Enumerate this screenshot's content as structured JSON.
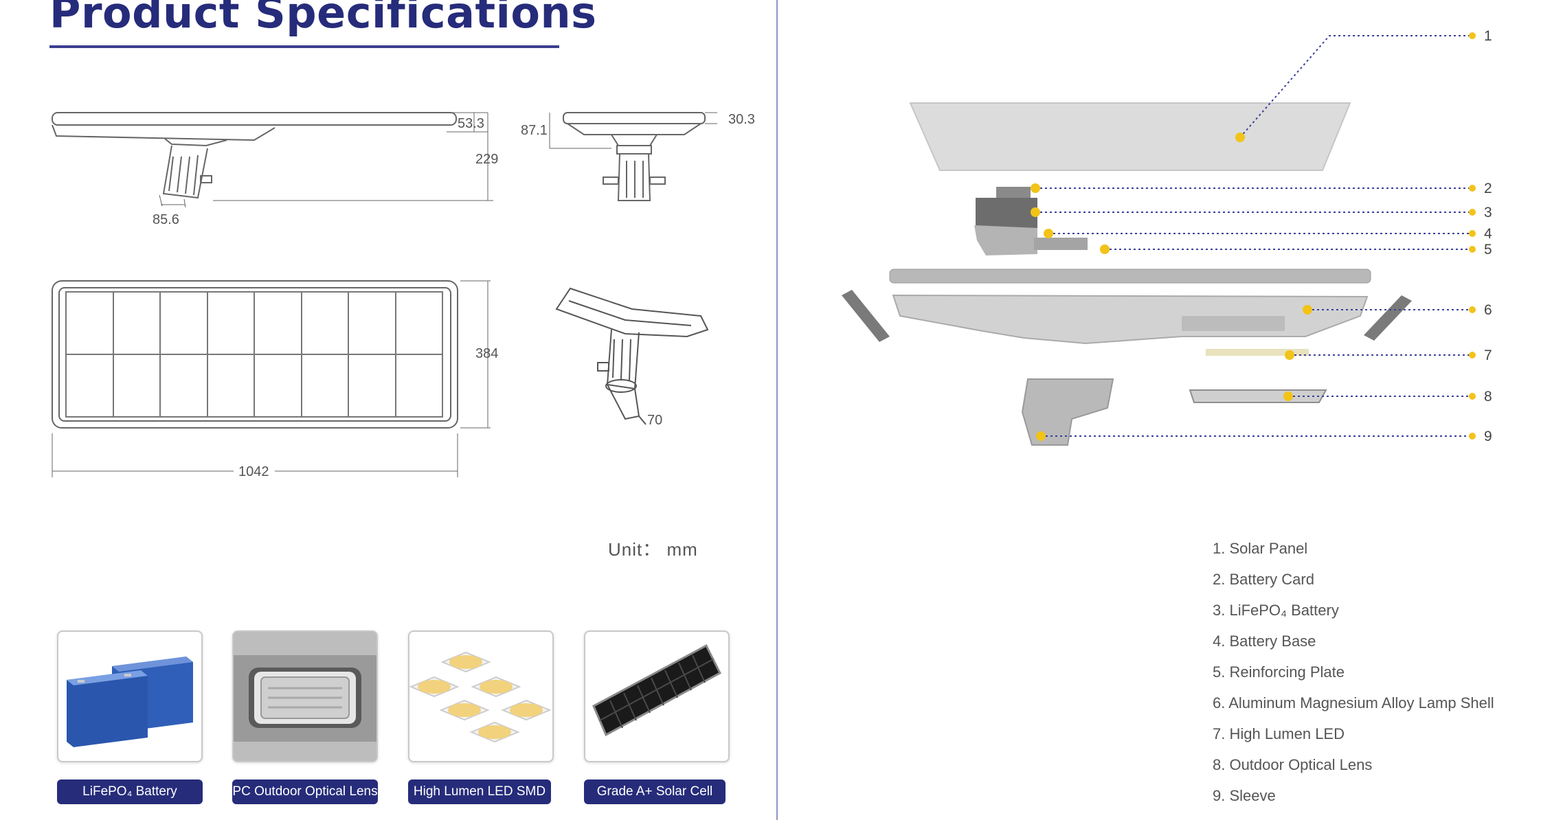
{
  "header": {
    "title": "Product Specifications"
  },
  "dimensions": {
    "side_height_small": "53.3",
    "side_height_total": "229",
    "side_arm": "85.6",
    "front_height_left": "87.1",
    "front_height_right": "30.3",
    "top_width_depth": "384",
    "top_length": "1042",
    "pole_diameter": "70"
  },
  "unit_note": "Unit： mm",
  "features": [
    {
      "label": "LiFePO₄ Battery",
      "icon": "battery-icon"
    },
    {
      "label": "PC Outdoor Optical Lens",
      "icon": "lens-icon"
    },
    {
      "label": "High Lumen LED SMD",
      "icon": "led-chip-icon"
    },
    {
      "label": "Grade A+ Solar Cell",
      "icon": "solar-cell-icon"
    }
  ],
  "callouts": [
    "1",
    "2",
    "3",
    "4",
    "5",
    "6",
    "7",
    "8",
    "9"
  ],
  "parts": [
    "1. Solar Panel",
    "2. Battery Card",
    "3. LiFePO₄ Battery",
    "4. Battery Base",
    "5. Reinforcing Plate",
    "6. Aluminum Magnesium Alloy Lamp Shell",
    "7. High Lumen LED",
    "8. Outdoor Optical Lens",
    "9. Sleeve"
  ],
  "colors": {
    "brand": "#262c7a",
    "callout_dot": "#f2c318",
    "callout_line": "#3b3f9a"
  }
}
